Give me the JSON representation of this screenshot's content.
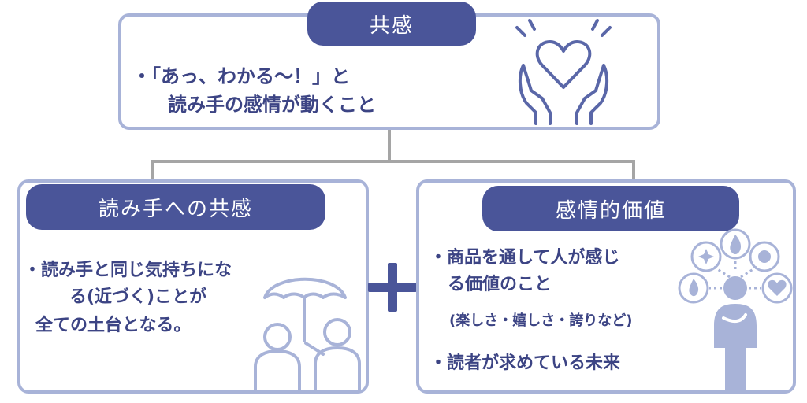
{
  "top": {
    "title": "共感",
    "line1": "・「あっ、わかる〜！」と",
    "line2": "読み手の感情が動くこと",
    "icon": "hands-heart-icon"
  },
  "left": {
    "title": "読み手への共感",
    "line1": "・読み手と同じ気持ちにな",
    "line2": "る(近づく)ことが",
    "line3": "全ての土台となる。",
    "icon": "umbrella-people-icon"
  },
  "plus": "+",
  "right": {
    "title": "感情的価値",
    "bullet1_line1": "・商品を通して人が感じ",
    "bullet1_line2": "る価値のこと",
    "note": "(楽しさ・嬉しさ・誇りなど)",
    "bullet2": "・読者が求めている未来",
    "icon": "person-emotions-icon"
  },
  "colors": {
    "accent": "#4a5599",
    "border": "#a8b3d8",
    "connector": "#a5a5a5",
    "text": "#3c4484"
  }
}
